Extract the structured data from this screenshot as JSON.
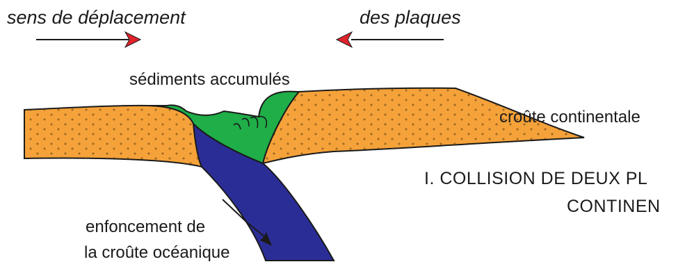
{
  "labels": {
    "movement_left": "sens de déplacement",
    "movement_right": "des plaques",
    "sediments": "sédiments accumulés",
    "continental_crust": "croûte continentale",
    "title_line1": "I. COLLISION DE DEUX PL",
    "title_line2": "CONTINEN",
    "sinking_line1": "enfoncement de",
    "sinking_line2": "la croûte océanique"
  },
  "colors": {
    "continental_crust": "#f5a23a",
    "sediments": "#1fae48",
    "oceanic_crust": "#2b2d97",
    "arrowhead": "#e0232b",
    "outline": "#1a1a1a"
  }
}
